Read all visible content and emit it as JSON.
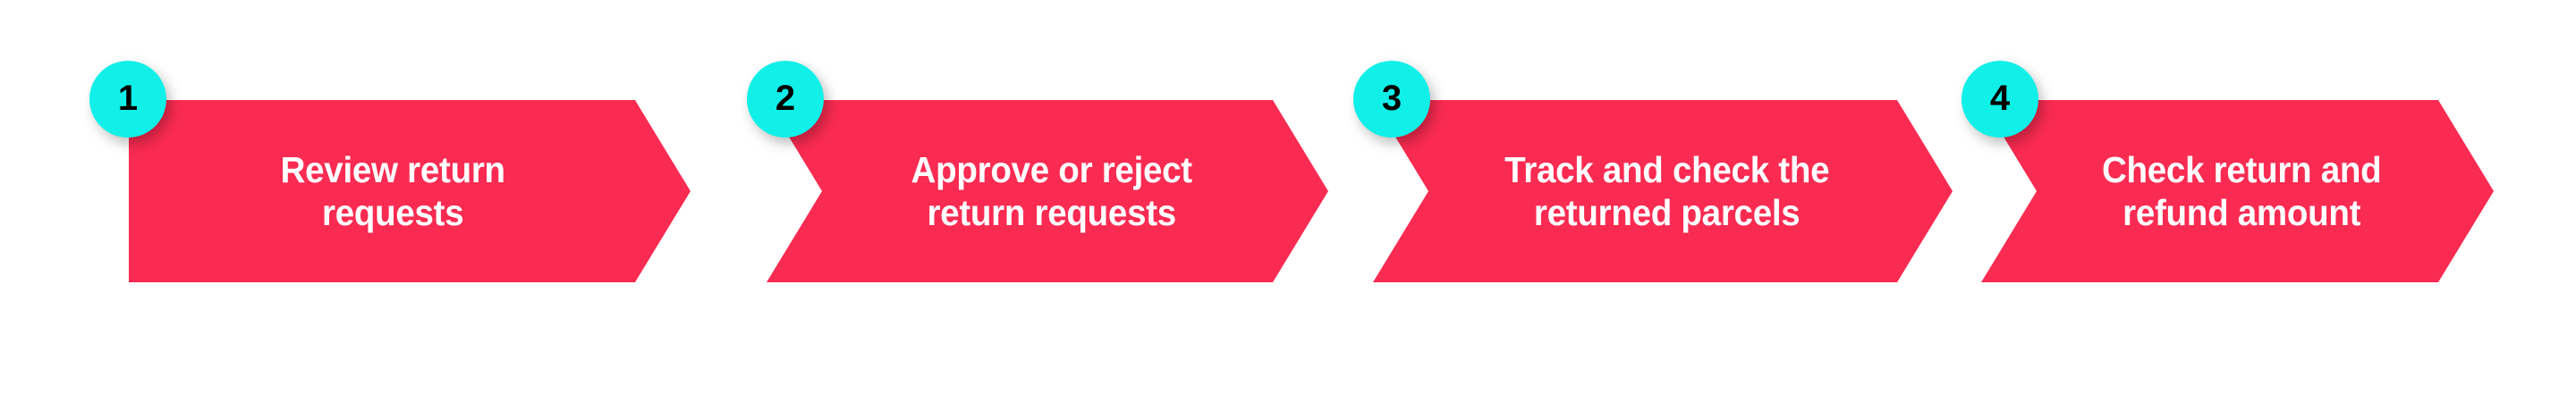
{
  "diagram": {
    "type": "chevron-process-flow",
    "orientation": "horizontal",
    "background_color": "#ffffff",
    "chevron_color": "#fa2b52",
    "badge_color": "#10f0e8",
    "badge_text_color": "#000000",
    "label_text_color": "#ffffff",
    "step_count": 4,
    "steps": [
      {
        "number": "1",
        "label": "Review return\nrequests",
        "line1": "Review return",
        "line2": "requests"
      },
      {
        "number": "2",
        "label": "Approve or reject\nreturn requests",
        "line1": "Approve or reject",
        "line2": "return requests"
      },
      {
        "number": "3",
        "label": "Track and check the\nreturned parcels",
        "line1": "Track and check the",
        "line2": "returned parcels"
      },
      {
        "number": "4",
        "label": "Check return and\nrefund amount",
        "line1": "Check return and",
        "line2": "refund amount"
      }
    ]
  }
}
